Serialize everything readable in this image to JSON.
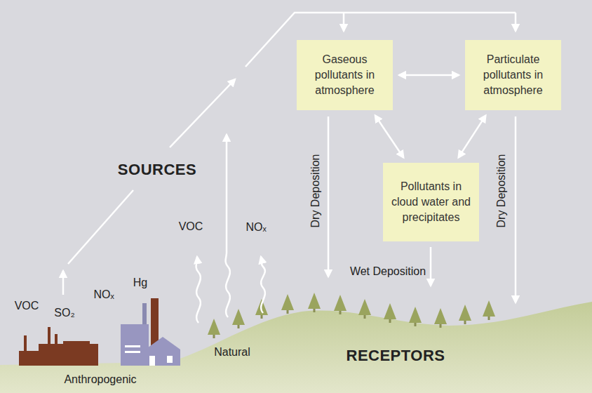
{
  "diagram": {
    "nodes": [
      {
        "text": [
          "Gaseous pollutants in atmosphere"
        ]
      },
      {
        "text": [
          "Particulate pollutants in atmosphere"
        ]
      },
      {
        "text": [
          "Pollutants in cloud water and precipitates"
        ]
      }
    ],
    "edges": [
      {
        "from": 0,
        "to": 1,
        "arrow": "both"
      },
      {
        "from": 0,
        "to": 2,
        "arrow": "both"
      },
      {
        "from": 1,
        "to": 2,
        "arrow": "both"
      }
    ],
    "labels": [
      "SOURCES",
      "VOC",
      "NOₓ",
      "VOC",
      "SO₂",
      "NOₓ",
      "Hg",
      "Natural",
      "Anthropogenic",
      "RECEPTORS",
      "Dry Deposition",
      "Wet Deposition",
      "Dry Deposition"
    ]
  }
}
